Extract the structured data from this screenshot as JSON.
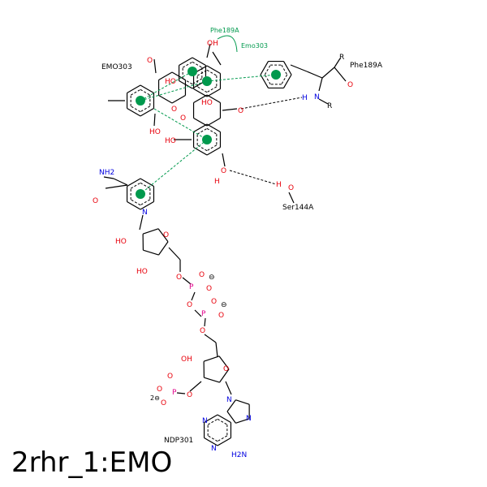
{
  "title": "2rhr_1:EMO",
  "colors": {
    "interaction_pi": "#00994d",
    "hbond": "#000000",
    "oxygen": "#e8000b",
    "nitrogen": "#0000e0",
    "phosphorus": "#e0008a"
  },
  "residue_labels": {
    "emo303_ligand": "EMO303",
    "phe189a": "Phe189A",
    "ser144a": "Ser144A",
    "ndp301": "NDP301",
    "phe189a_green": "Phe189A",
    "emo303_green": "Emo303"
  },
  "atoms": {
    "OH": "OH",
    "HO": "HO",
    "O": "O",
    "H": "H",
    "N": "N",
    "R": "R",
    "P": "P",
    "NH2": "NH2",
    "H2N": "H2N",
    "charge_minus": "⊖",
    "charge_2minus": "2⊖"
  }
}
